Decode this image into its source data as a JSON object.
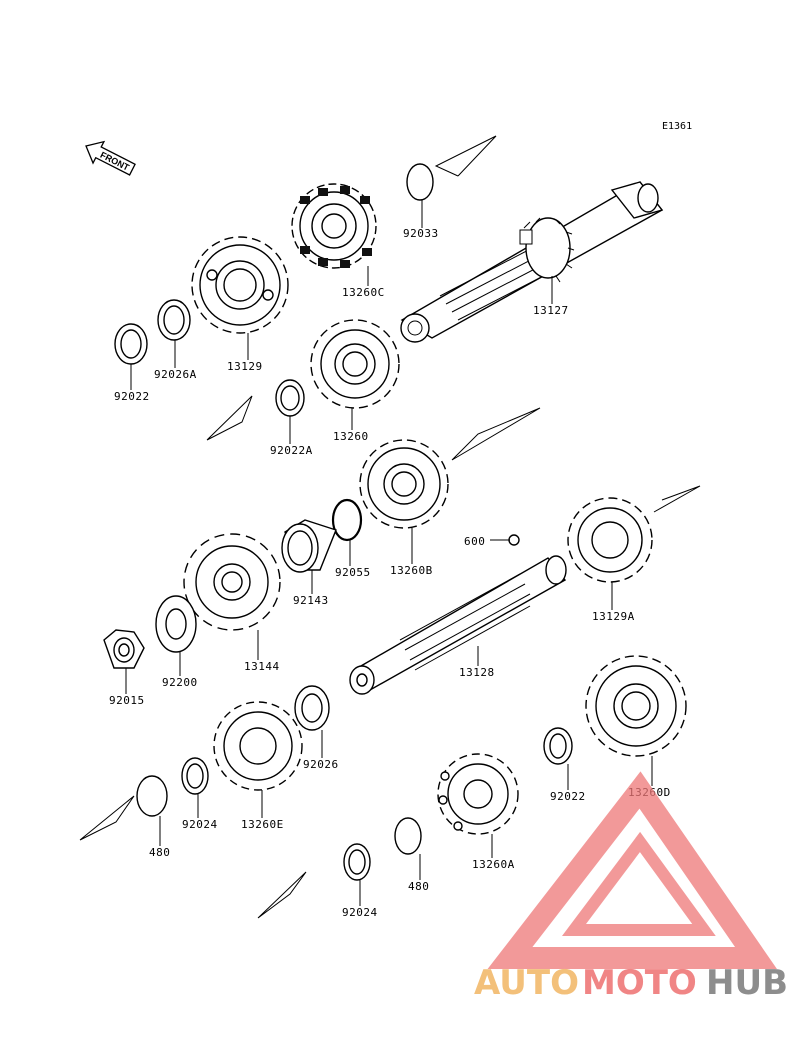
{
  "diagram": {
    "code": "E1361",
    "front_label": "FRONT",
    "parts": [
      {
        "id": "p92033",
        "label": "92033"
      },
      {
        "id": "p13260C",
        "label": "13260C"
      },
      {
        "id": "p13127",
        "label": "13127"
      },
      {
        "id": "p13129",
        "label": "13129"
      },
      {
        "id": "p92026A",
        "label": "92026A"
      },
      {
        "id": "p92022a",
        "label": "92022"
      },
      {
        "id": "p13260",
        "label": "13260"
      },
      {
        "id": "p92022A",
        "label": "92022A"
      },
      {
        "id": "p13260B",
        "label": "13260B"
      },
      {
        "id": "p92055",
        "label": "92055"
      },
      {
        "id": "p92143",
        "label": "92143"
      },
      {
        "id": "p600",
        "label": "600"
      },
      {
        "id": "p13129A",
        "label": "13129A"
      },
      {
        "id": "p13144",
        "label": "13144"
      },
      {
        "id": "p92200",
        "label": "92200"
      },
      {
        "id": "p92015",
        "label": "92015"
      },
      {
        "id": "p13128",
        "label": "13128"
      },
      {
        "id": "p92026",
        "label": "92026"
      },
      {
        "id": "p13260E",
        "label": "13260E"
      },
      {
        "id": "p92024a",
        "label": "92024"
      },
      {
        "id": "p480a",
        "label": "480"
      },
      {
        "id": "p92022b",
        "label": "92022"
      },
      {
        "id": "p13260D",
        "label": "13260D"
      },
      {
        "id": "p13260A",
        "label": "13260A"
      },
      {
        "id": "p480b",
        "label": "480"
      },
      {
        "id": "p92024b",
        "label": "92024"
      }
    ]
  },
  "watermark": {
    "part1": "AUTO",
    "part2": "MOTO",
    "part3": "HUB",
    "colors": {
      "auto": "#f3c07a",
      "moto": "#f08585",
      "hub": "#8d8d8d",
      "logo": "#ee7777"
    }
  }
}
